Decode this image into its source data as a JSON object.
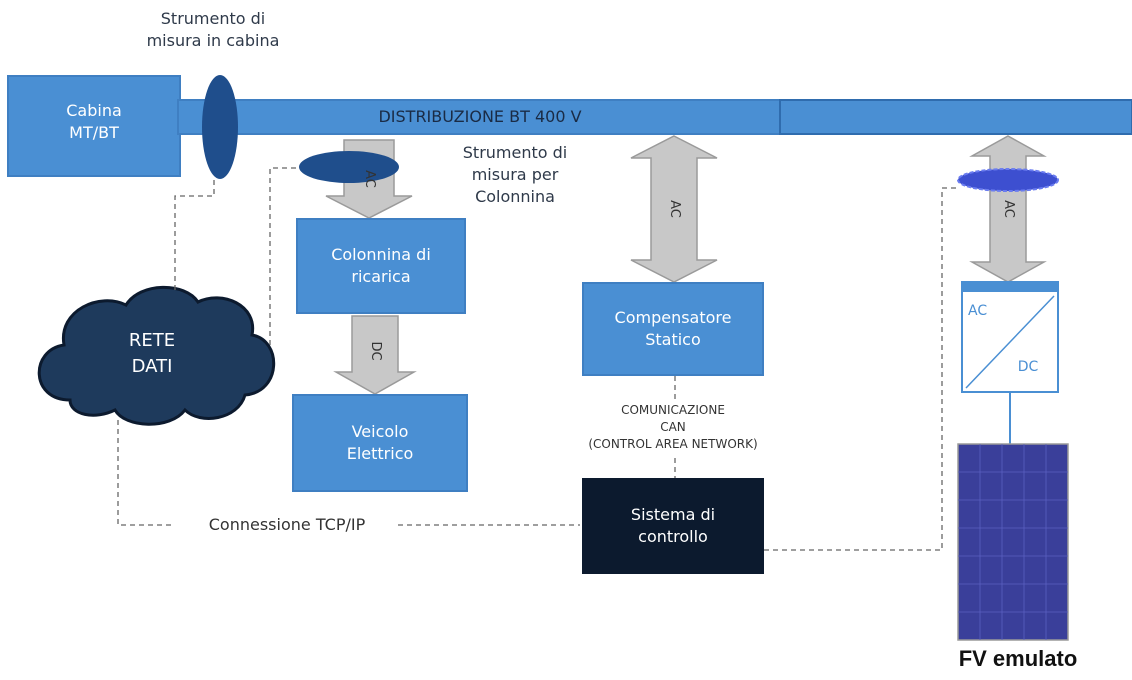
{
  "labels": {
    "strumento_cabina": "Strumento di\nmisura in cabina",
    "cabina": "Cabina\nMT/BT",
    "distribuzione": "DISTRIBUZIONE BT 400 V",
    "strumento_colonnina": "Strumento di\nmisura per\nColonnina",
    "colonnina": "Colonnina di\nricarica",
    "veicolo": "Veicolo\nElettrico",
    "compensatore": "Compensatore\nStatico",
    "comunicazione": "COMUNICAZIONE\nCAN\n(CONTROL AREA NETWORK)",
    "sistema": "Sistema di\ncontrollo",
    "rete": "RETE\nDATI",
    "connessione": "Connessione TCP/IP",
    "fv": "FV emulato",
    "inverter_ac": "AC",
    "inverter_dc": "DC",
    "arrow_ac_1": "AC",
    "arrow_dc": "DC",
    "arrow_ac_2": "AC",
    "arrow_ac_3": "AC"
  },
  "colors": {
    "bus": "#4a8fd3",
    "box": "#4a8fd3",
    "control": "#0c1a2e",
    "sensor": "#1f4e8c",
    "cloud": "#1e3a5c",
    "panel": "#3a3f9a",
    "arrow": "#c8c8c8"
  }
}
